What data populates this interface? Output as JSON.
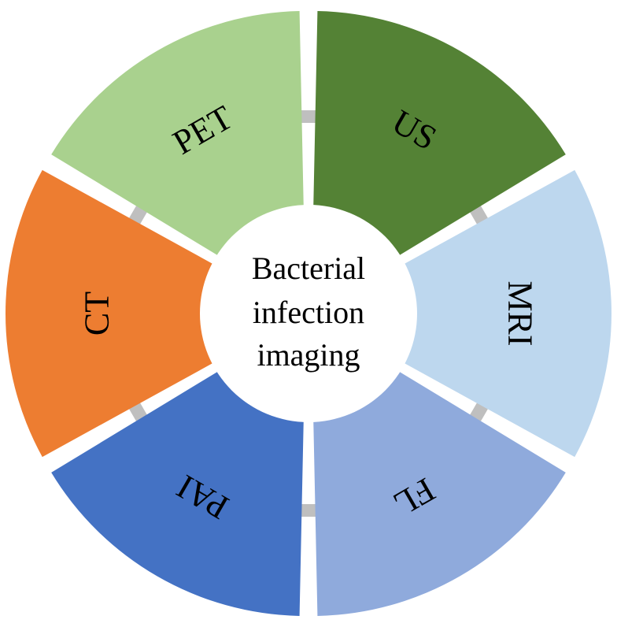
{
  "center": {
    "lines": [
      "Bacterial",
      "infection",
      "imaging"
    ]
  },
  "segments": [
    {
      "label": "US",
      "color": "#548235"
    },
    {
      "label": "MRI",
      "color": "#BDD7EE"
    },
    {
      "label": "FL",
      "color": "#8FAADC"
    },
    {
      "label": "PAI",
      "color": "#4472C4"
    },
    {
      "label": "CT",
      "color": "#ED7D31"
    },
    {
      "label": "PET",
      "color": "#A9D18E"
    }
  ],
  "connector_color": "#BFBFBF"
}
